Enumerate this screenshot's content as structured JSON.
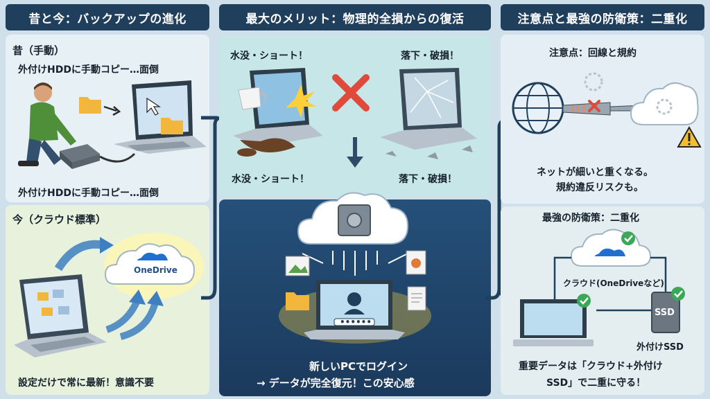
{
  "left": {
    "header": "昔と今：バックアップの進化",
    "old": {
      "title": "昔（手動）",
      "caption_top": "外付けHDDに手動コピー…面倒",
      "caption_bottom": "外付けHDDに手動コピー…面倒"
    },
    "new": {
      "title": "今（クラウド標準）",
      "service": "OneDrive",
      "caption": "設定だけで常に最新！意識不要"
    }
  },
  "middle": {
    "header": "最大のメリット：物理的全損からの復活",
    "water_top": "水没・ショート！",
    "drop_top": "落下・破損！",
    "water_bottom": "水没・ショート！",
    "drop_bottom": "落下・破損！",
    "login_dots": "••••••",
    "restore_line1": "新しいPCでログイン",
    "restore_line2": "→ データが完全復元！この安心感"
  },
  "right": {
    "header": "注意点と最強の防衛策：二重化",
    "caution": {
      "title": "注意点：回線と規約",
      "line1": "ネットが細いと重くなる。",
      "line2": "規約違反リスクも。"
    },
    "defense": {
      "title": "最強の防衛策：二重化",
      "cloud_label": "クラウド(OneDriveなど)",
      "ssd_icon_text": "SSD",
      "ssd_label": "外付けSSD",
      "summary_line1": "重要データは「クラウド+外付け",
      "summary_line2": "SSD」で二重に守る！"
    }
  },
  "colors": {
    "header_bg": "#1f3f5c",
    "check_green": "#3aa856",
    "alert_red": "#e04a3a",
    "onedrive_blue": "#1f6fd1"
  }
}
